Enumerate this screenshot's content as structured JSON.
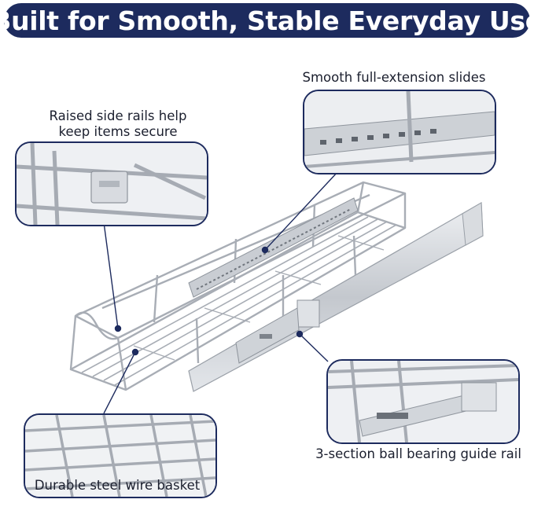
{
  "banner": {
    "title": "Built for Smooth, Stable Everyday Use"
  },
  "callouts": {
    "rails_line1": "Raised side rails help",
    "rails_line2": "keep items secure",
    "slides": "Smooth full-extension slides",
    "guide_rail": "3-section ball bearing guide rail",
    "basket": "Durable steel wire basket"
  },
  "colors": {
    "banner": "#1d2b5e",
    "banner_text": "#ffffff",
    "caption_text": "#1b1f2e",
    "steel": "#b9bec6"
  }
}
